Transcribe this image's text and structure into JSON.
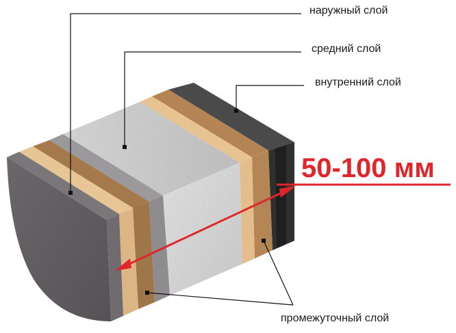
{
  "labels": {
    "outer_layer": "наружный слой",
    "middle_layer": "средний слой",
    "inner_layer": "внутренний слой",
    "intermediate_layer": "промежуточный слой",
    "thickness": "50-100 мм"
  },
  "colors": {
    "outer_layer": "#5f5b5e",
    "veneer_light": "#e2bc8a",
    "veneer_dark": "#a47a4d",
    "gray_layer": "#8e8c8e",
    "core": "#c8c8c8",
    "inner_layer": "#3a3a3a",
    "dimension": "#e0262b"
  }
}
